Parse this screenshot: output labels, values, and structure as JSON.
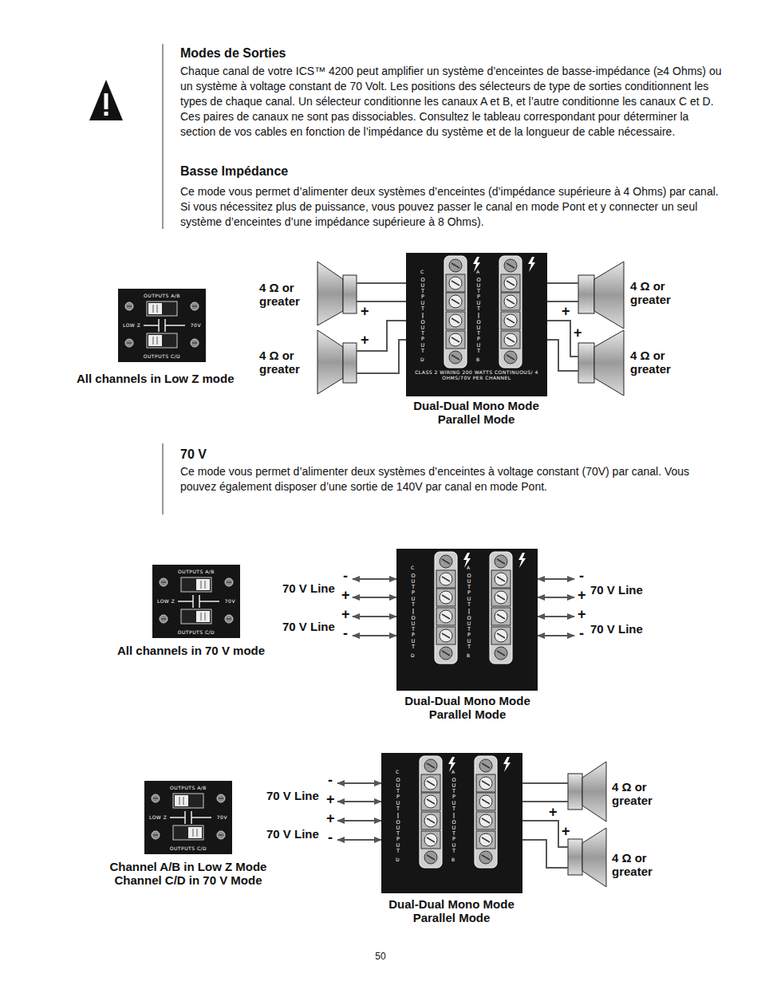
{
  "diagram": {
    "title": "Modes de Sorties",
    "nodes": [
      {
        "text": [
          "OUTPUTS A/B",
          "LOW Z",
          "70V",
          "OUTPUTS C/D"
        ]
      },
      {
        "text": [
          "C",
          "OUTPUT",
          "OUTPUT",
          "D",
          "A",
          "OUTPUT",
          "OUTPUT",
          "B",
          "CLASS 2 WIRING 200 WATTS CONTINUOUS/ 4 OHMS/70V PER CHANNEL"
        ]
      },
      {
        "text": [
          "OUTPUTS A/B",
          "LOW Z",
          "70V",
          "OUTPUTS C/D"
        ]
      },
      {
        "text": [
          "C",
          "OUTPUT",
          "OUTPUT",
          "D",
          "A",
          "OUTPUT",
          "OUTPUT",
          "B"
        ]
      },
      {
        "text": [
          "OUTPUTS A/B",
          "LOW Z",
          "70V",
          "OUTPUTS C/D"
        ]
      },
      {
        "text": [
          "C",
          "OUTPUT",
          "OUTPUT",
          "D",
          "A",
          "OUTPUT",
          "OUTPUT",
          "B"
        ]
      }
    ],
    "labels": [
      "Chaque canal de votre ICS™ 4200 peut amplifier un système d’enceintes de basse-impédance (≥4 Ohms) ou un système à voltage constant de 70 Volt. Les positions des sélecteurs de type de sorties conditionnent les types de chaque canal. Un sélecteur conditionne les canaux A et B, et l’autre conditionne les canaux C et D. Ces paires de canaux ne sont pas dissociables. Consultez le tableau correspondant pour déterminer la section de vos cables en fonction de l’impédance du système et de la longueur de cable nécessaire.",
      "Basse Impédance",
      "Ce mode vous permet d’alimenter deux systèmes d’enceintes (d’impédance supérieure à 4 Ohms) par canal. Si vous nécessitez plus de puissance, vous pouvez passer le canal en mode Pont et y connecter un seul système d’enceintes d’une impédance supérieure à 8 Ohms).",
      "4 Ω or greater",
      "4 Ω or greater",
      "4 Ω or greater",
      "4 Ω or greater",
      "+",
      "+",
      "+",
      "+",
      "All channels in Low Z mode",
      "Dual-Dual Mono Mode Parallel Mode",
      "70 V",
      "Ce mode vous permet d’alimenter deux systèmes d’enceintes à voltage constant (70V) par canal. Vous pouvez également disposer d’une sortie de 140V par canal en mode Pont.",
      "-",
      "+",
      "70 V Line",
      "+",
      "70 V Line",
      "-",
      "-",
      "+",
      "70 V Line",
      "+",
      "70 V Line",
      "-",
      "All channels in 70 V mode",
      "Dual-Dual Mono Mode Parallel Mode",
      "-",
      "+",
      "70 V Line",
      "+",
      "70 V Line",
      "-",
      "4 Ω or greater",
      "+",
      "+",
      "4 Ω or greater",
      "Channel A/B in Low Z Mode Channel C/D in 70 V Mode",
      "Dual-Dual Mono Mode Parallel Mode",
      "50"
    ]
  }
}
